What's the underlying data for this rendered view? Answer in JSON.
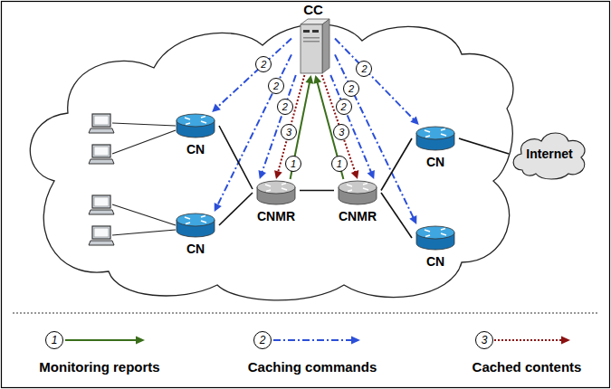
{
  "diagram": {
    "nodes": [
      {
        "text": [
          "CC"
        ]
      },
      {
        "text": [
          "CN"
        ]
      },
      {
        "text": [
          "CN"
        ]
      },
      {
        "text": [
          "CNMR"
        ]
      },
      {
        "text": [
          "CNMR"
        ]
      },
      {
        "text": [
          "CN"
        ]
      },
      {
        "text": [
          "CN"
        ]
      },
      {
        "text": [
          "Internet"
        ]
      }
    ],
    "edges": [
      {
        "from": 0,
        "to": 1,
        "arrow": "to",
        "label": "2"
      },
      {
        "from": 0,
        "to": 5,
        "arrow": "to",
        "label": "2"
      },
      {
        "from": 0,
        "to": 3,
        "arrow": "to",
        "label": "2"
      },
      {
        "from": 0,
        "to": 3,
        "arrow": "to",
        "label": "3"
      },
      {
        "from": 3,
        "to": 0,
        "arrow": "to",
        "label": "1"
      },
      {
        "from": 4,
        "to": 0,
        "arrow": "to",
        "label": "1"
      },
      {
        "from": 0,
        "to": 4,
        "arrow": "to",
        "label": "3"
      },
      {
        "from": 0,
        "to": 4,
        "arrow": "to",
        "label": "2"
      },
      {
        "from": 0,
        "to": 6,
        "arrow": "to",
        "label": "2"
      },
      {
        "from": 0,
        "to": 2,
        "arrow": "to",
        "label": "2"
      },
      {
        "from": 1,
        "to": 3,
        "arrow": "none"
      },
      {
        "from": 5,
        "to": 3,
        "arrow": "none"
      },
      {
        "from": 3,
        "to": 4,
        "arrow": "none"
      },
      {
        "from": 4,
        "to": 2,
        "arrow": "none"
      },
      {
        "from": 4,
        "to": 6,
        "arrow": "none"
      },
      {
        "from": 2,
        "to": 7,
        "arrow": "none"
      }
    ],
    "labels": [
      "1",
      "2",
      "3"
    ],
    "legend": [
      {
        "text": "Monitoring reports"
      },
      {
        "text": "Caching commands"
      },
      {
        "text": "Cached contents"
      }
    ]
  }
}
